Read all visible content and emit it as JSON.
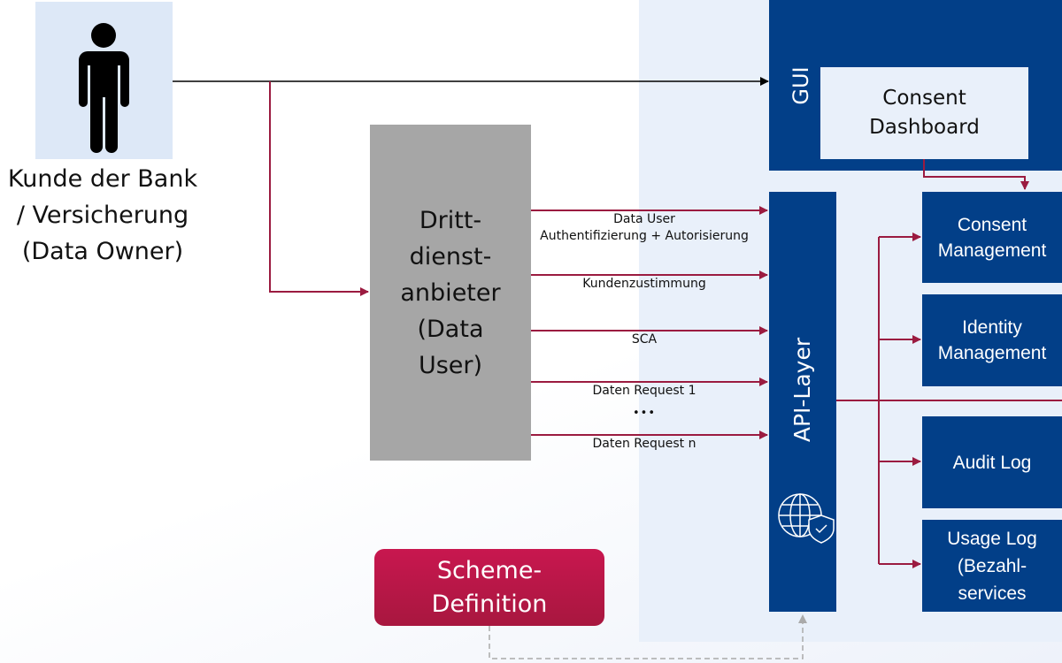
{
  "colors": {
    "navy": "#023f88",
    "arrow_red": "#9b1b40",
    "scheme_red": "#c0134a",
    "panel_bg": "#e9f0fa",
    "grey_box": "#a6a6a6"
  },
  "customer": {
    "icon": "person-icon",
    "label_lines": [
      "Kunde der Bank",
      "/ Versicherung",
      "(Data Owner)"
    ]
  },
  "third_party": {
    "label": "Dritt-\ndienst-\nanbieter\n(Data\nUser)"
  },
  "gui": {
    "label": "GUI",
    "dashboard_lines": [
      "Consent",
      "Dashboard"
    ]
  },
  "api_layer": {
    "label": "API-Layer",
    "icon": "globe-shield-icon"
  },
  "messages": [
    {
      "lines": [
        "Data User",
        "Authentifizierung + Autorisierung"
      ]
    },
    {
      "lines": [
        "Kundenzustimmung"
      ]
    },
    {
      "lines": [
        "SCA"
      ]
    },
    {
      "lines": [
        "Daten Request 1"
      ]
    },
    {
      "lines": [
        "Daten Request n"
      ]
    }
  ],
  "ellipsis": "•••",
  "services": [
    {
      "lines": [
        "Consent",
        "Management"
      ]
    },
    {
      "lines": [
        "Identity",
        "Management"
      ]
    },
    {
      "lines": [
        "Audit Log"
      ]
    },
    {
      "lines": [
        "Usage Log",
        "(Bezahl-",
        "services"
      ]
    }
  ],
  "scheme": {
    "lines": [
      "Scheme-",
      "Definition"
    ]
  }
}
